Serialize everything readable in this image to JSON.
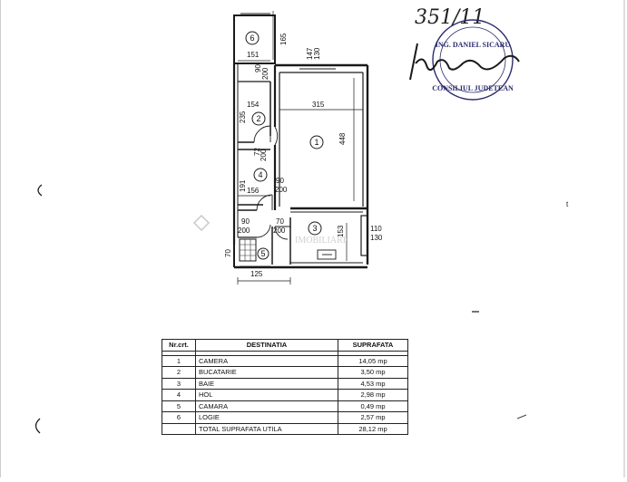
{
  "handwritten_number": "351/11",
  "stamp": {
    "name": "ING. DANIEL SICARU",
    "ring_text": "CONSILIUL JUDETEAN"
  },
  "watermark": "IMOBILIARE",
  "rooms": [
    {
      "n": "1"
    },
    {
      "n": "2"
    },
    {
      "n": "3"
    },
    {
      "n": "4"
    },
    {
      "n": "5"
    },
    {
      "n": "6"
    }
  ],
  "dims": {
    "d151": "151",
    "d165": "165",
    "d147": "147",
    "d130a": "130",
    "d90a": "90",
    "d200a": "200",
    "d315": "315",
    "d154": "154",
    "d235": "235",
    "d448": "448",
    "d72": "72",
    "d200b": "200",
    "d191": "191",
    "d156": "156",
    "d90b": "90",
    "d200c": "200",
    "d90c": "90",
    "d200d": "200",
    "d70a": "70",
    "d200e": "200",
    "d153": "153",
    "d110": "110",
    "d130b": "130",
    "d70b": "70",
    "d125": "125"
  },
  "table": {
    "headers": [
      "Nr.crt.",
      "DESTINATIA",
      "SUPRAFATA"
    ],
    "rows": [
      {
        "nr": "1",
        "dest": "CAMERA",
        "sup": "14,05 mp"
      },
      {
        "nr": "2",
        "dest": "BUCATARIE",
        "sup": "3,50 mp"
      },
      {
        "nr": "3",
        "dest": "BAIE",
        "sup": "4,53 mp"
      },
      {
        "nr": "4",
        "dest": "HOL",
        "sup": "2,98 mp"
      },
      {
        "nr": "5",
        "dest": "CAMARA",
        "sup": "0,49 mp"
      },
      {
        "nr": "6",
        "dest": "LOGIE",
        "sup": "2,57 mp"
      }
    ],
    "total_label": "TOTAL SUPRAFATA UTILA",
    "total_value": "28,12 mp"
  }
}
